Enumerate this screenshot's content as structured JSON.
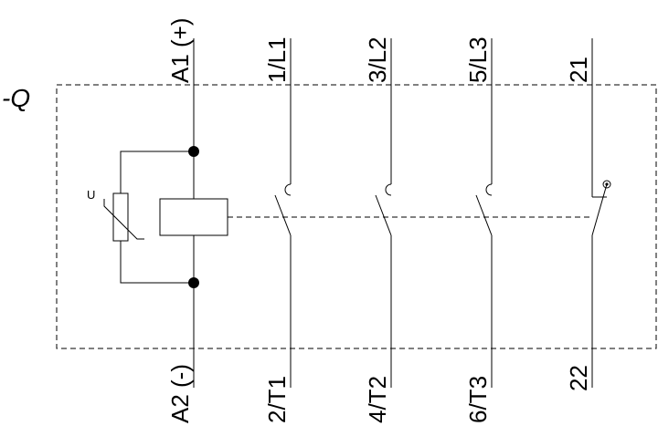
{
  "device": {
    "reference": "-Q",
    "varistor_label": "U"
  },
  "terminals": {
    "a1": "A1 (+)",
    "a2": "A2 (-)",
    "l1": "1/L1",
    "t1": "2/T1",
    "l2": "3/L2",
    "t2": "4/T2",
    "l3": "5/L3",
    "t3": "6/T3",
    "c21": "21",
    "c22": "22"
  },
  "colors": {
    "line": "#000000",
    "background": "#ffffff"
  }
}
